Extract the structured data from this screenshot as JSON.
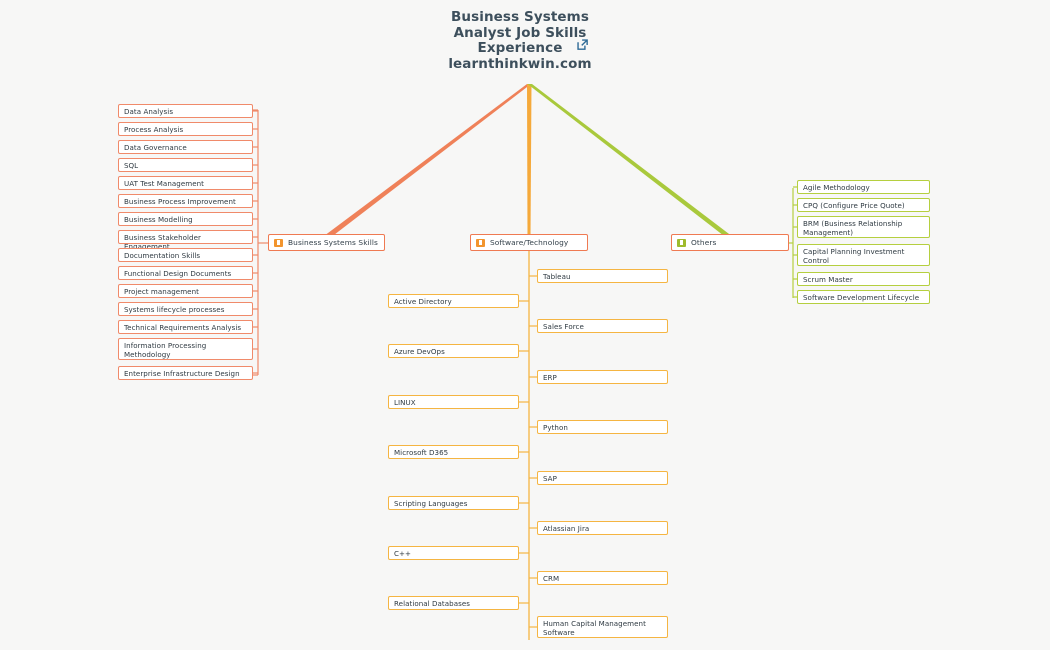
{
  "page": {
    "background": "#f7f7f6",
    "title_lines": [
      "Business Systems",
      "Analyst Job Skills",
      "Experience",
      "learnthinkwin.com"
    ],
    "external_link_icon": "external-link-icon"
  },
  "colors": {
    "salmon": "#f08a6a",
    "salmon_branch": "#ef7a52",
    "amber": "#f5b542",
    "green": "#b5cf3f",
    "title_text": "#3d4f5c",
    "node_text": "#2f3a42",
    "icon_blue": "#2d6a96"
  },
  "categories": [
    {
      "label": "Business Systems Skills",
      "icon": "list-badge-icon",
      "accent": "#ef7a52",
      "badge_color": "#f2952e"
    },
    {
      "label": "Software/Technology",
      "icon": "list-badge-icon",
      "accent": "#ef7a52",
      "badge_color": "#f2952e"
    },
    {
      "label": "Others",
      "icon": "list-badge-icon",
      "accent": "#ef7a52",
      "badge_color": "#9fbb2e"
    }
  ],
  "business_systems_skills": [
    "Data Analysis",
    "Process Analysis",
    "Data Governance",
    "SQL",
    "UAT Test Management",
    "Business Process Improvement",
    "Business Modelling",
    "Business Stakeholder Engagement",
    "Documentation Skills",
    "Functional Design Documents",
    "Project management",
    "Systems lifecycle processes",
    "Technical Requirements Analysis",
    "Information Processing\nMethodology",
    "Enterprise Infrastructure Design"
  ],
  "software_technology_left": [
    "Active Directory",
    "Azure DevOps",
    "LINUX",
    "Microsoft D365",
    "Scripting Languages",
    "C++",
    "Relational Databases"
  ],
  "software_technology_right": [
    "Tableau",
    "Sales Force",
    "ERP",
    "Python",
    "SAP",
    "Atlassian Jira",
    "CRM",
    "Human Capital Management\nSoftware"
  ],
  "others": [
    "Agile Methodology",
    "CPQ (Configure Price Quote)",
    "BRM (Business Relationship\nManagement)",
    "Capital Planning Investment\nControl",
    "Scrum Master",
    "Software Development Lifecycle"
  ]
}
